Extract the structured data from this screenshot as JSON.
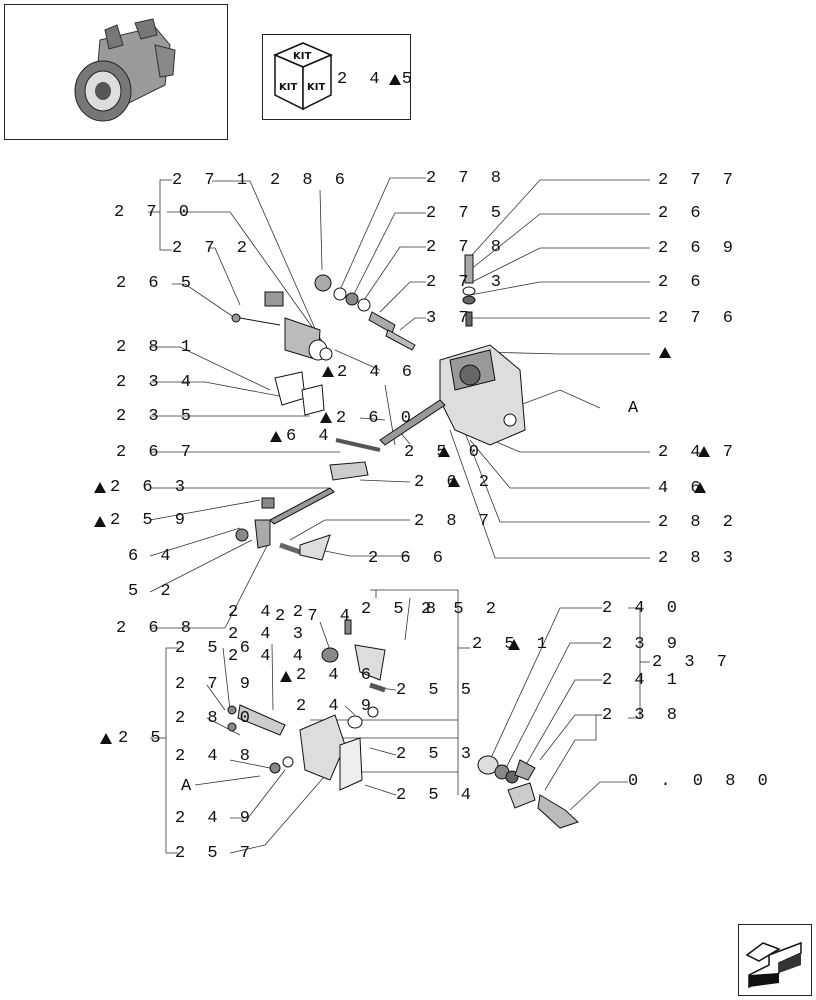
{
  "thumbnail": {
    "icon": "engine-thumbnail-icon"
  },
  "kit_box": {
    "kit_word": "KIT",
    "ref_label": "2 4 5"
  },
  "nav": {
    "icon": "next-page-arrow-icon"
  },
  "labels": {
    "l271": "2 7 1",
    "l286": "2 8 6",
    "l278a": "2 7 8",
    "l277": "2 7 7",
    "l270": "2 7 0",
    "l275": "2 7 5",
    "l26a": "2 6",
    "l272": "2 7 2",
    "l278b": "2 7 8",
    "l269": "2 6 9",
    "l265": "2 6 5",
    "l273": "2 7 3",
    "l26b": "2 6",
    "l37": "3 7",
    "l276": "2 7 6",
    "l281": "2 8 1",
    "l246a": "2 4 6",
    "l234": "2 3 4",
    "lA1": "A",
    "l235": "2 3 5",
    "l260": "2 6 0",
    "l64a": "6 4",
    "l267": "2 6 7",
    "l250": "2 5 0",
    "l247": "2 4 7",
    "l263": "2 6 3",
    "l262": "2 6 2",
    "l46": "4 6",
    "l259": "2 5 9",
    "l287": "2 8 7",
    "l282": "2 8 2",
    "l64b": "6 4",
    "l283": "2 8 3",
    "l266": "2 6 6",
    "l52": "5 2",
    "l268": "2 6 8",
    "l242": "2 4 2",
    "l274": "2 7 4",
    "l258": "2 5 8",
    "l252": "2 5 2",
    "l240": "2 4 0",
    "l243": "2 4 3",
    "l256": "2 5 6",
    "l244": "2 4 4",
    "l251": "2 5 1",
    "l239": "2 3 9",
    "l237": "2 3 7",
    "l246b": "2 4 6",
    "l279": "2 7 9",
    "l241": "2 4 1",
    "l255": "2 5 5",
    "l253a": "2 5",
    "l249a": "2 4 9",
    "l238": "2 3 8",
    "l280": "2 8 0",
    "l253": "2 5 3",
    "l248": "2 4 8",
    "lA2": "A",
    "l254": "2 5 4",
    "l080": "0 . 0 8 0",
    "l249b": "2 4 9",
    "l257": "2 5 7"
  }
}
